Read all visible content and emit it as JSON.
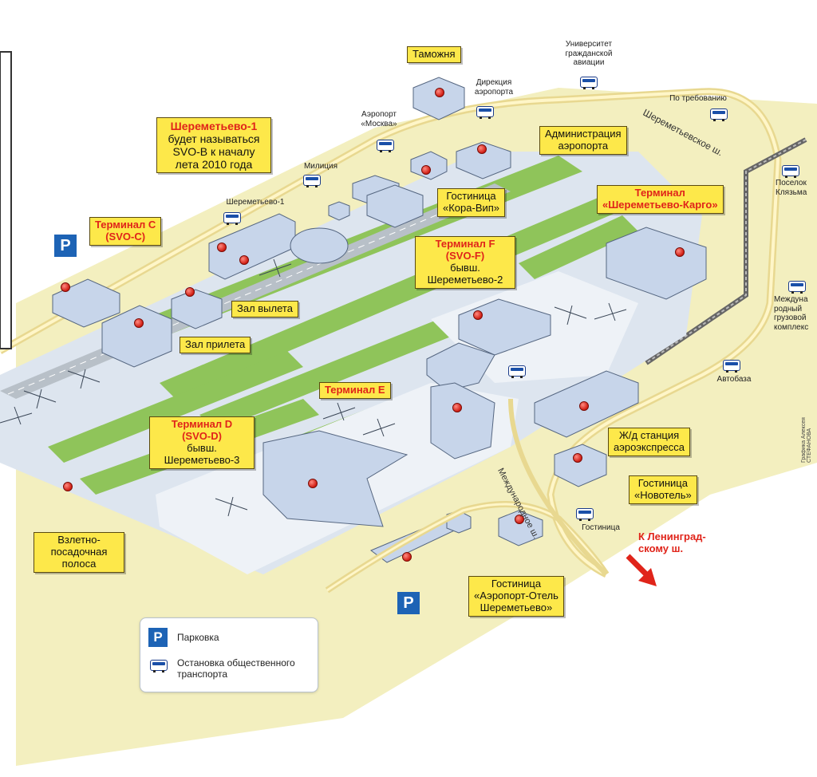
{
  "labels": {
    "customs": "Таможня",
    "university_l1": "Университет",
    "university_l2": "гражданской",
    "university_l3": "авиации",
    "directorate_l1": "Дирекция",
    "directorate_l2": "аэропорта",
    "on_request": "По требованию",
    "moscow_airport_l1": "Аэропорт",
    "moscow_airport_l2": "«Москва»",
    "sheremetyevo_hwy": "Шереметьевское ш.",
    "administration_l1": "Администрация",
    "administration_l2": "аэропорта",
    "sheremetyevo1_title": "Шереметьево-1",
    "sheremetyevo1_l2": "будет называться",
    "sheremetyevo1_l3": "SVO-B к началу",
    "sheremetyevo1_l4": "лета 2010 года",
    "police": "Милиция",
    "sheremetyevo1_stop": "Шереметьево-1",
    "hotel_kora_l1": "Гостиница",
    "hotel_kora_l2": "«Кора-Вип»",
    "settlement_l1": "Поселок",
    "settlement_l2": "Клязьма",
    "cargo_l1": "Терминал",
    "cargo_l2": "«Шереметьево-Карго»",
    "terminal_c_l1": "Терминал С",
    "terminal_c_l2": "(SVO-C)",
    "terminal_f_l1": "Терминал F",
    "terminal_f_l2": "(SVO-F)",
    "terminal_f_l3": "бывш.",
    "terminal_f_l4": "Шереметьево-2",
    "intl_cargo_l1": "Междуна",
    "intl_cargo_l2": "родный",
    "intl_cargo_l3": "грузовой",
    "intl_cargo_l4": "комплекс",
    "departures_hall": "Зал вылета",
    "arrivals_hall": "Зал прилета",
    "autobase": "Автобаза",
    "terminal_e": "Терминал E",
    "terminal_d_l1": "Терминал D",
    "terminal_d_l2": "(SVO-D)",
    "terminal_d_l3": "бывш.",
    "terminal_d_l4": "Шереметьево-3",
    "rail_station_l1": "Ж/д станция",
    "rail_station_l2": "аэроэкспресса",
    "hotel_novotel_l1": "Гостиница",
    "hotel_novotel_l2": "«Новотель»",
    "intl_hwy": "Международное ш.",
    "hotel_stop": "Гостиница",
    "leningrad_l1": "К Ленинград-",
    "leningrad_l2": "скому ш.",
    "runway_l1": "Взлетно-",
    "runway_l2": "посадочная",
    "runway_l3": "полоса",
    "hotel_airport_l1": "Гостиница",
    "hotel_airport_l2": "«Аэропорт-Отель",
    "hotel_airport_l3": "Шереметьево»",
    "side_credit_l1": "Графика",
    "side_credit_l2": "Алексея СТЕФАНОВА"
  },
  "legend": {
    "parking_symbol": "P",
    "parking_label": "Парковка",
    "stop_label_l1": "Остановка общественного",
    "stop_label_l2": "транспорта"
  },
  "parking_symbol": "P",
  "colors": {
    "ground": "#f3efbf",
    "apron": "#dde5ef",
    "grass": "#8fc45a",
    "road": "#f6e9a6",
    "label_box": "#fde84a",
    "accent_red": "#e0241a",
    "building": "#c7d5ea"
  }
}
